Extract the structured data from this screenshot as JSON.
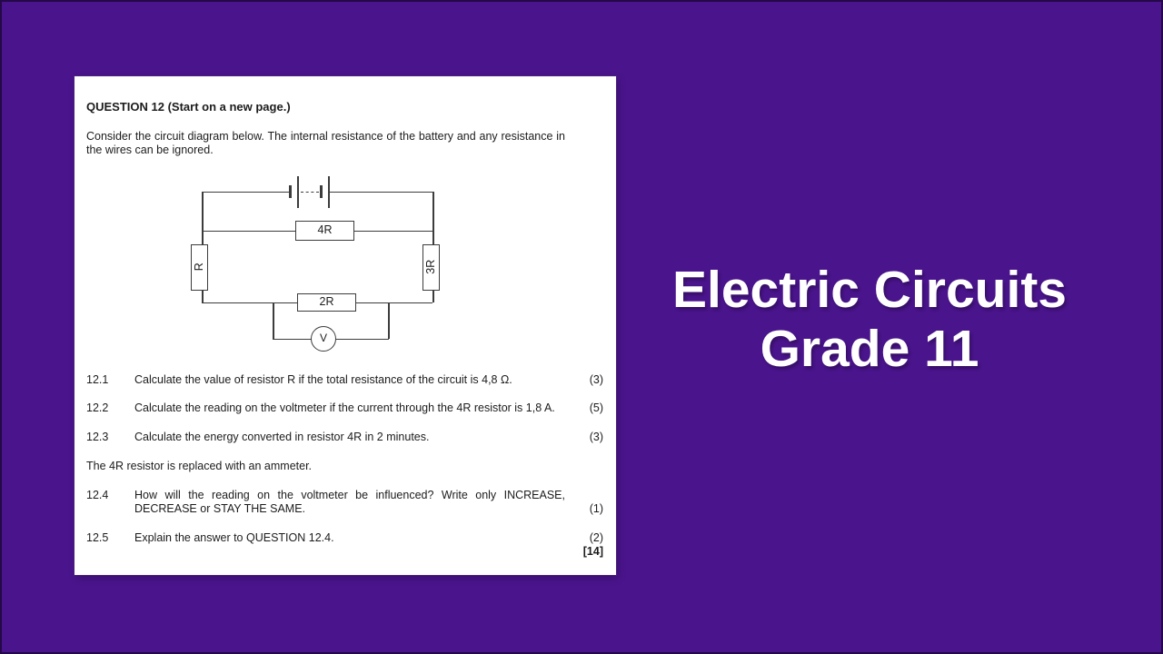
{
  "page": {
    "background_color": "#4a148c",
    "panel_color": "#ffffff",
    "ink_color": "#1c1c1c",
    "title_color": "#ffffff"
  },
  "title": {
    "line1": "Electric Circuits",
    "line2": "Grade 11"
  },
  "worksheet": {
    "heading": "QUESTION 12 (Start on a new page.)",
    "intro": "Consider the circuit diagram below. The internal resistance of the battery and any resistance in the wires can be ignored.",
    "circuit": {
      "battery_icon": "battery-cells-with-dashed-link",
      "top_resistor_label": "4R",
      "left_resistor_label": "R",
      "right_resistor_label": "3R",
      "bottom_resistor_label": "2R",
      "voltmeter_label": "V"
    },
    "questions": [
      {
        "number": "12.1",
        "text": "Calculate the value of resistor R if the total resistance of the circuit is 4,8 Ω.",
        "marks": "(3)"
      },
      {
        "number": "12.2",
        "text": "Calculate the reading on the voltmeter if the current through the 4R resistor is 1,8 A.",
        "marks": "(5)"
      },
      {
        "number": "12.3",
        "text": "Calculate the energy converted in resistor 4R in 2 minutes.",
        "marks": "(3)"
      },
      {
        "number": "12.4",
        "text": "How will the reading on the voltmeter be influenced? Write only INCREASE, DECREASE or STAY THE SAME.",
        "marks": "(1)"
      },
      {
        "number": "12.5",
        "text": "Explain the answer to QUESTION 12.4.",
        "marks": "(2)"
      }
    ],
    "note": "The 4R resistor is replaced with an ammeter.",
    "total_marks": "[14]"
  }
}
